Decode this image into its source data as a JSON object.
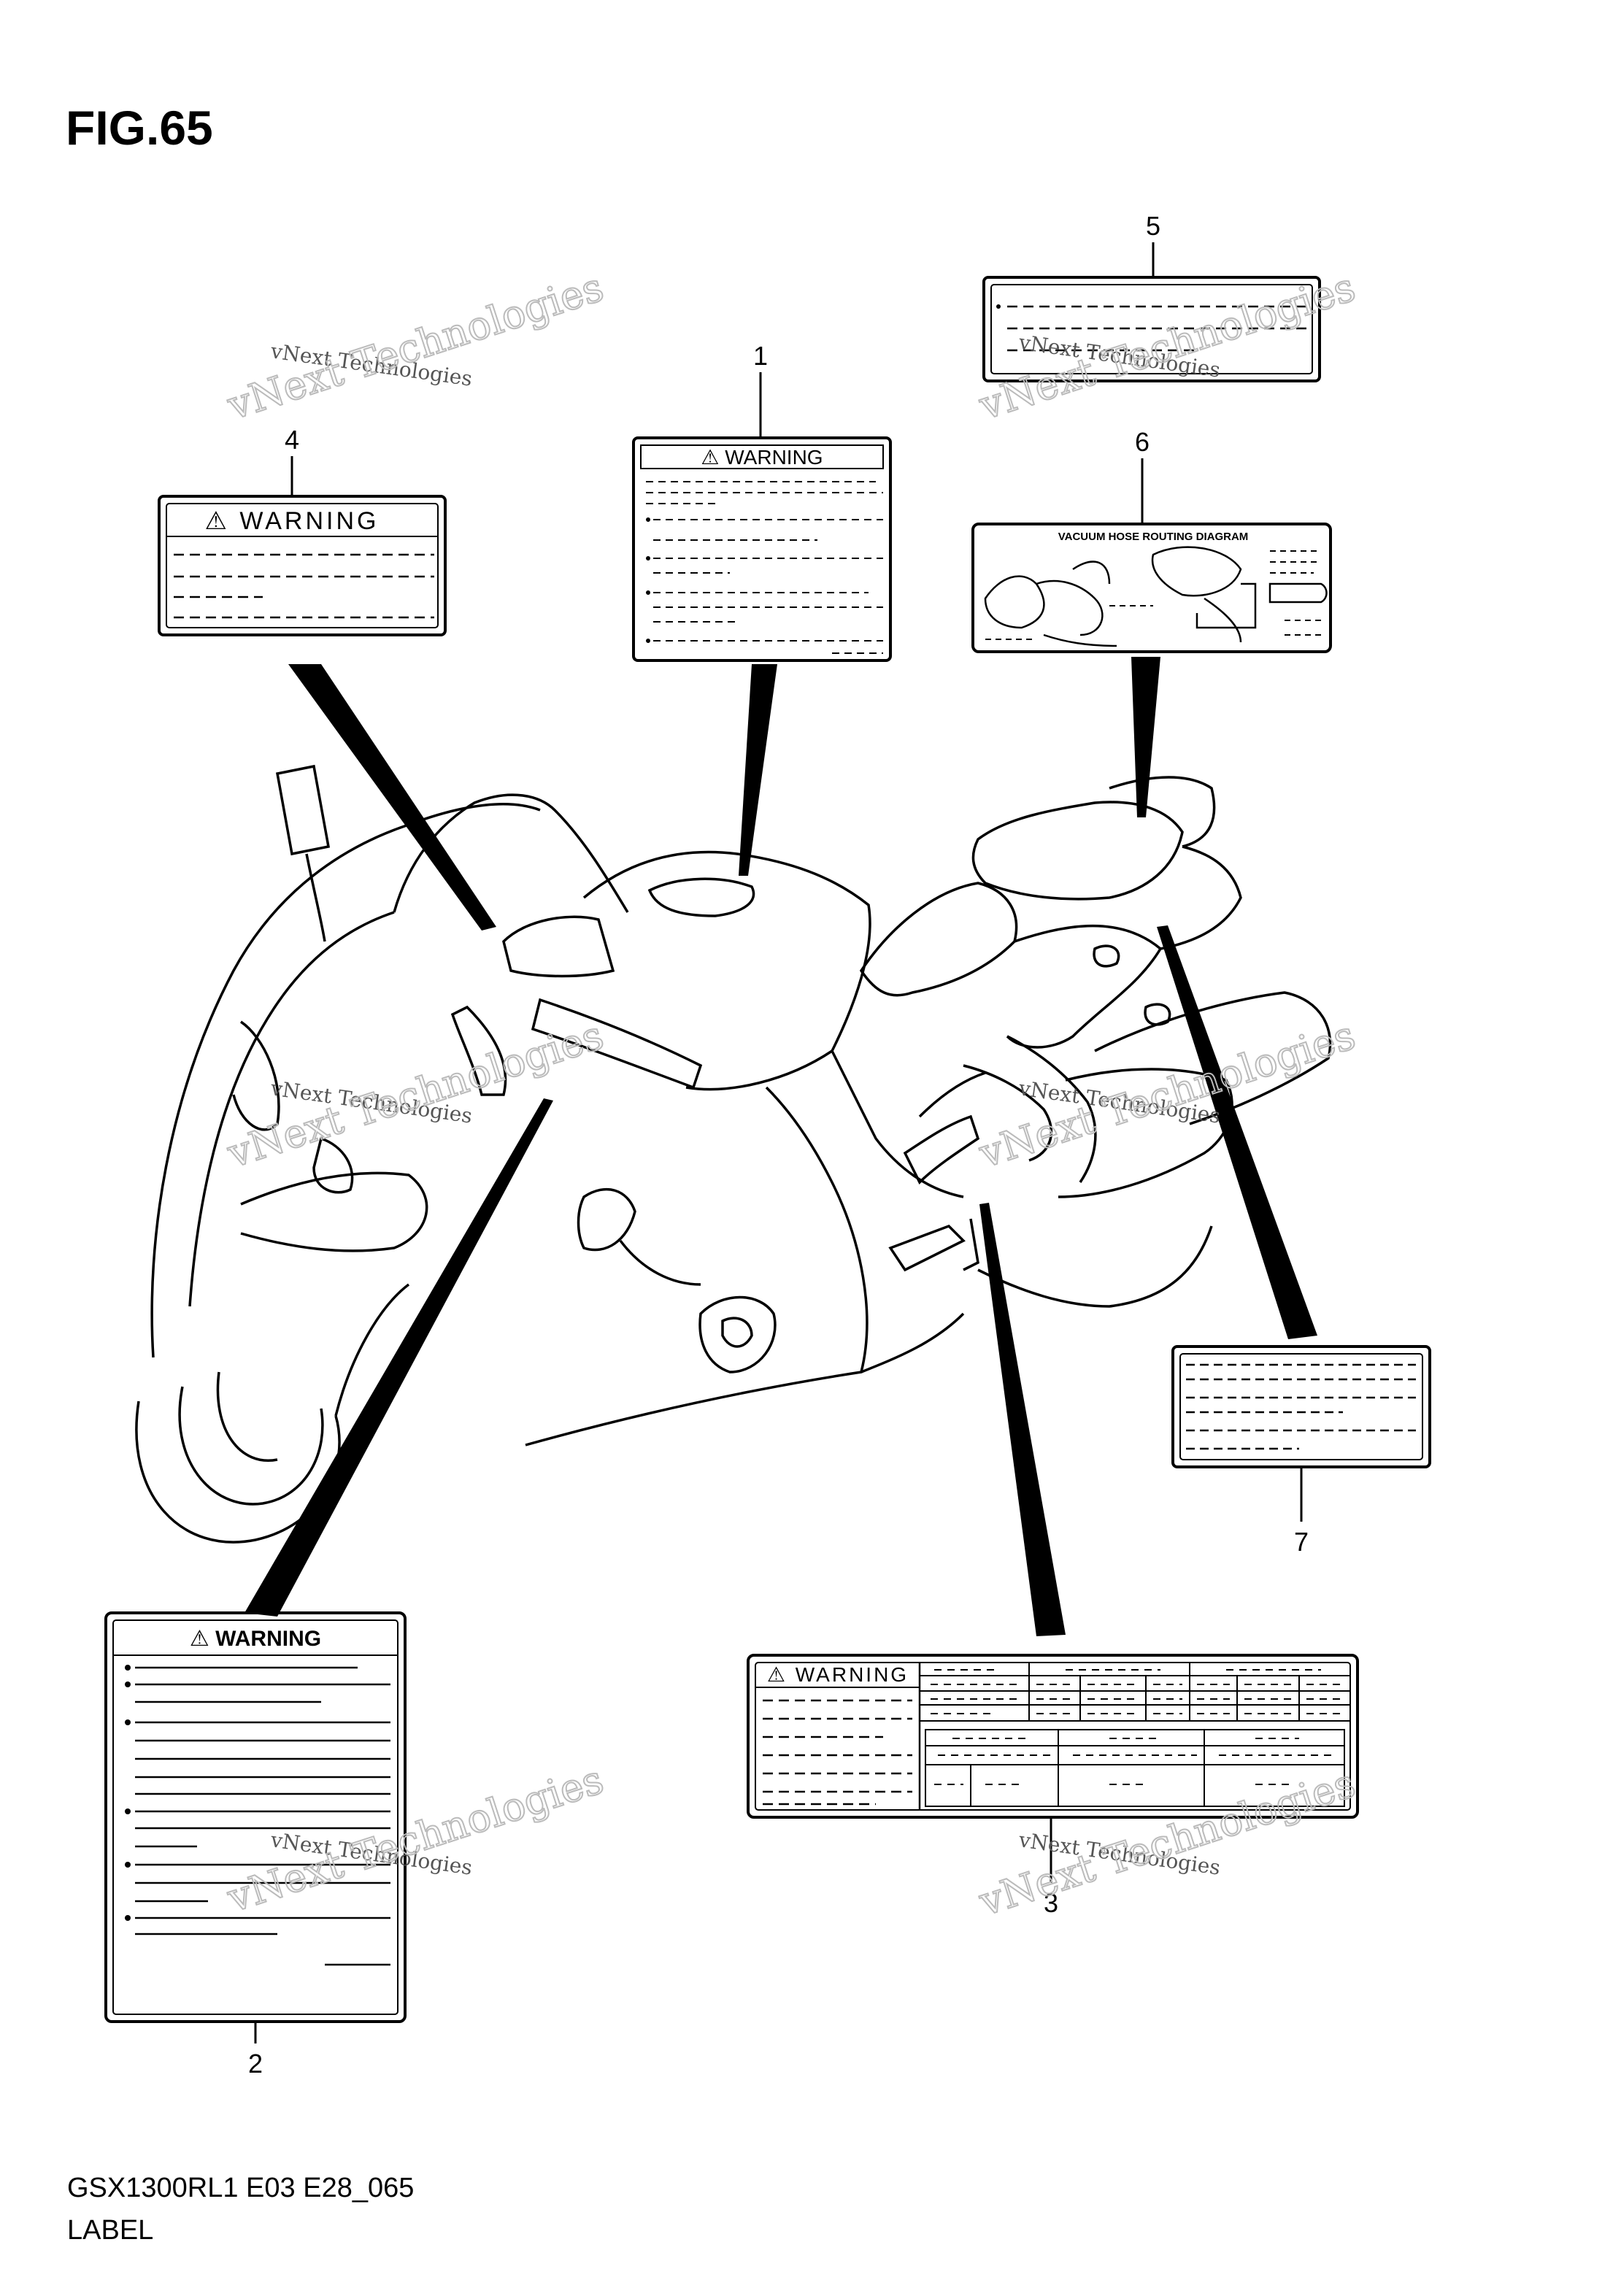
{
  "figure": {
    "title": "FIG.65",
    "model_code": "GSX1300RL1 E03 E28_065",
    "caption": "LABEL"
  },
  "watermark": {
    "line1": "vNext Technologies",
    "outline": "vNext Technologies"
  },
  "callouts": [
    {
      "number": "1",
      "heading": "⚠ WARNING"
    },
    {
      "number": "2",
      "heading": "⚠ WARNING"
    },
    {
      "number": "3",
      "heading": "⚠ WARNING"
    },
    {
      "number": "4",
      "heading": "⚠ WARNING"
    },
    {
      "number": "5",
      "heading": ""
    },
    {
      "number": "6",
      "heading": "VACUUM HOSE ROUTING DIAGRAM"
    },
    {
      "number": "7",
      "heading": ""
    }
  ]
}
